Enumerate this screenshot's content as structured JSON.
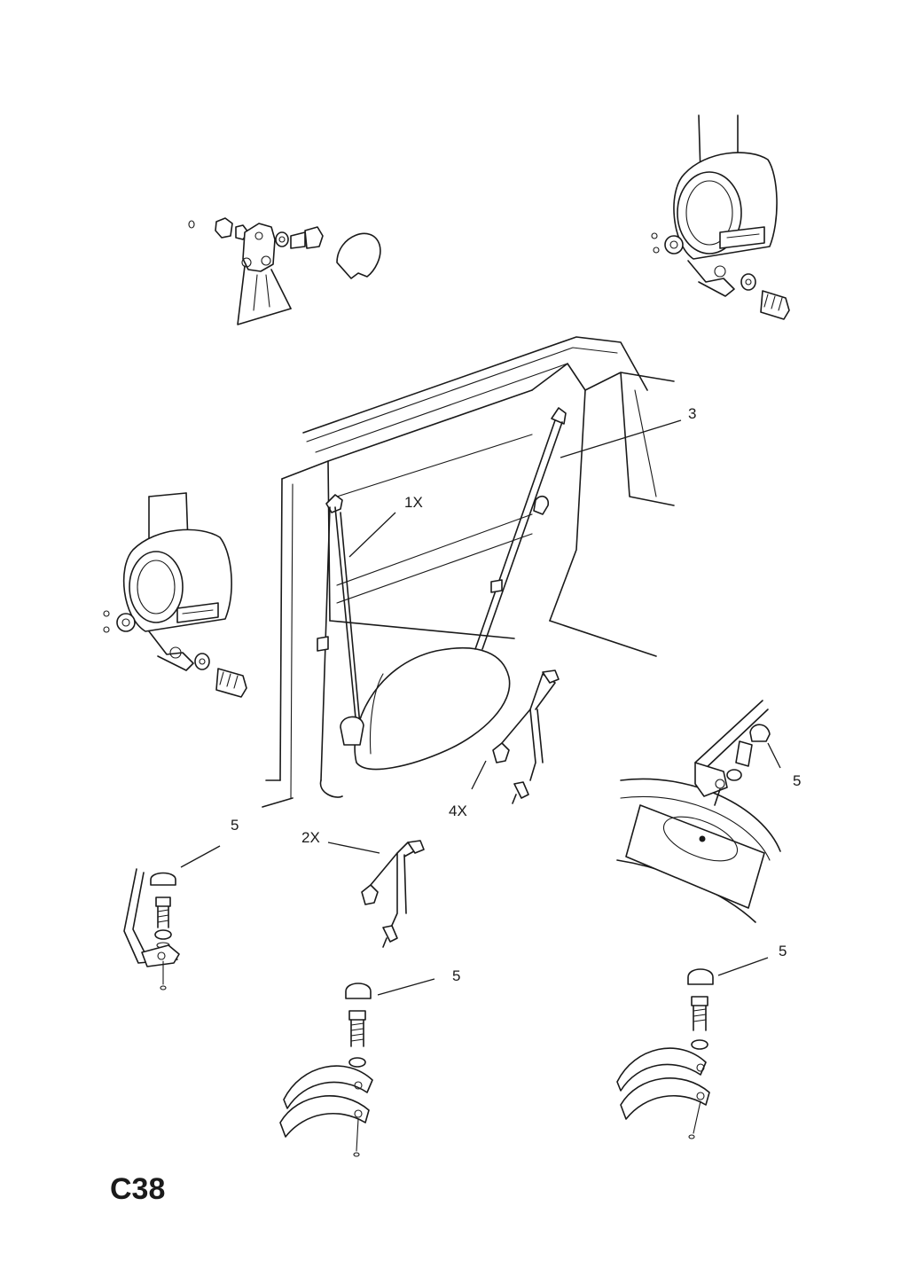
{
  "page": {
    "code": "C38"
  },
  "callouts": [
    {
      "label": "1X",
      "part": "front-seat-belt"
    },
    {
      "label": "3",
      "part": "rear-seat-belt"
    },
    {
      "label": "4X",
      "part": "belt-buckle-strap"
    },
    {
      "label": "2X",
      "part": "belt-buckle-strap"
    },
    {
      "label": "5",
      "part": "anchor-bolt-cap"
    },
    {
      "label": "5",
      "part": "anchor-bolt-cap"
    },
    {
      "label": "5",
      "part": "anchor-bolt-cap"
    },
    {
      "label": "5",
      "part": "anchor-bolt-cap"
    }
  ],
  "colors": {
    "ink": "#1a1a1a",
    "paper": "#ffffff"
  }
}
